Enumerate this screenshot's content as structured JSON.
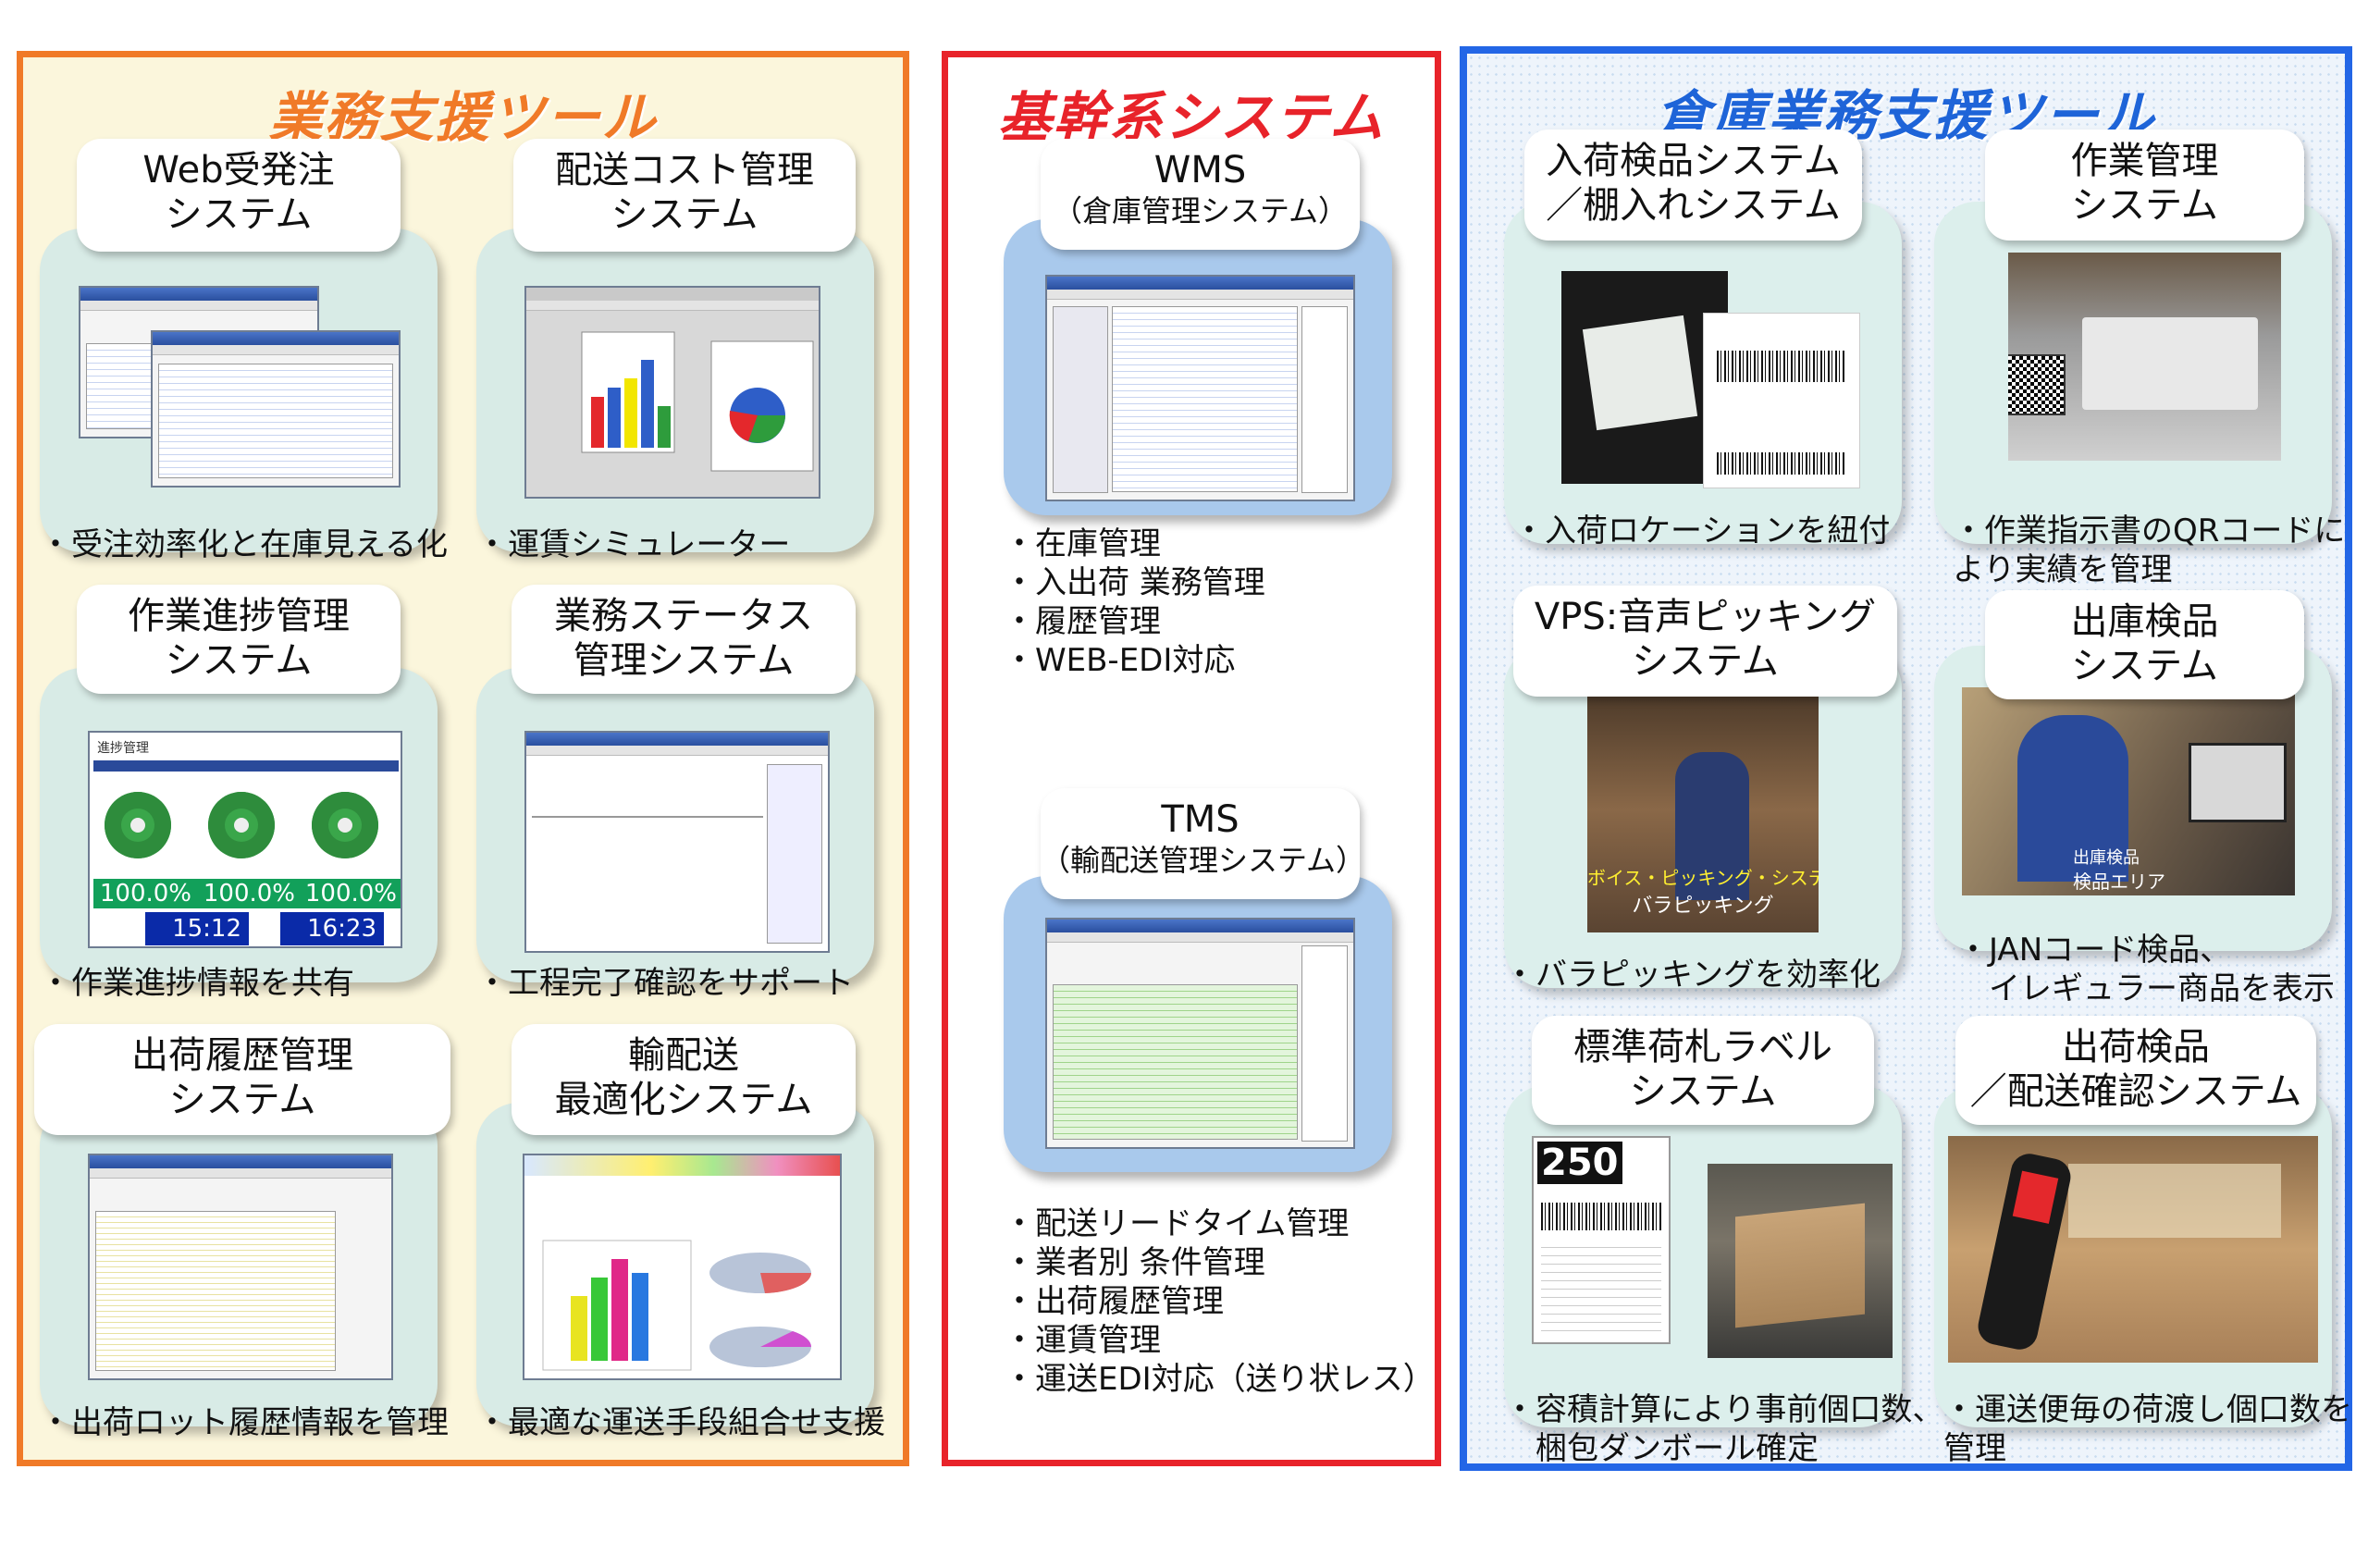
{
  "left": {
    "title": "業務支援ツール",
    "cards": [
      {
        "label": [
          "Web受発注",
          "システム"
        ],
        "bullet": "・受注効率化と在庫見える化"
      },
      {
        "label": [
          "配送コスト管理",
          "システム"
        ],
        "bullet": "・運賃シミュレーター"
      },
      {
        "label": [
          "作業進捗管理",
          "システム"
        ],
        "bullet": "・作業進捗情報を共有"
      },
      {
        "label": [
          "業務ステータス",
          "管理システム"
        ],
        "bullet": "・工程完了確認をサポート"
      },
      {
        "label": [
          "出荷履歴管理",
          "システム"
        ],
        "bullet": "・出荷ロット履歴情報を管理"
      },
      {
        "label": [
          "輸配送",
          "最適化システム"
        ],
        "bullet": "・最適な運送手段組合せ支援"
      }
    ],
    "progress": {
      "title": "進捗管理",
      "percents": [
        "100.0%",
        "100.0%",
        "100.0%"
      ],
      "times": [
        "15:12",
        "16:23"
      ]
    }
  },
  "middle": {
    "title": "基幹系システム",
    "wms": {
      "label": [
        "WMS",
        "（倉庫管理システム）"
      ],
      "bullets": [
        "・在庫管理",
        "・入出荷 業務管理",
        "・履歴管理",
        "・WEB-EDI対応"
      ]
    },
    "tms": {
      "label": [
        "TMS",
        "（輸配送管理システム）"
      ],
      "bullets": [
        "・配送リードタイム管理",
        "・業者別 条件管理",
        "・出荷履歴管理",
        "・運賃管理",
        "・運送EDI対応（送り状レス）"
      ]
    }
  },
  "right": {
    "title": "倉庫業務支援ツール",
    "cards": [
      {
        "label": [
          "入荷検品システム",
          "／棚入れシステム"
        ],
        "bullet": [
          "・入荷ロケーションを紐付"
        ]
      },
      {
        "label": [
          "作業管理",
          "システム"
        ],
        "bullet": [
          "・作業指示書のQRコードに",
          "より実績を管理"
        ]
      },
      {
        "label": [
          "VPS:音声ピッキング",
          "システム"
        ],
        "bullet": [
          "・バラピッキングを効率化"
        ]
      },
      {
        "label": [
          "出庫検品",
          "システム"
        ],
        "bullet": [
          "・JANコード検品、",
          "　イレギュラー商品を表示"
        ]
      },
      {
        "label": [
          "標準荷札ラベル",
          "システム"
        ],
        "bullet": [
          "・容積計算により事前個口数、",
          "　梱包ダンボール確定"
        ]
      },
      {
        "label": [
          "出荷検品",
          "／配送確認システム"
        ],
        "bullet": [
          "・運送便毎の荷渡し個口数を",
          "管理"
        ]
      }
    ],
    "vps_caption": [
      "ボイス・ピッキング・システム）による",
      "バラピッキング"
    ],
    "shipping_caption": [
      "出庫検品",
      "検品エリア"
    ],
    "label_number": "250"
  },
  "colors": {
    "left_border": "#f07a28",
    "middle_border": "#e8232a",
    "right_border": "#2366e6"
  }
}
